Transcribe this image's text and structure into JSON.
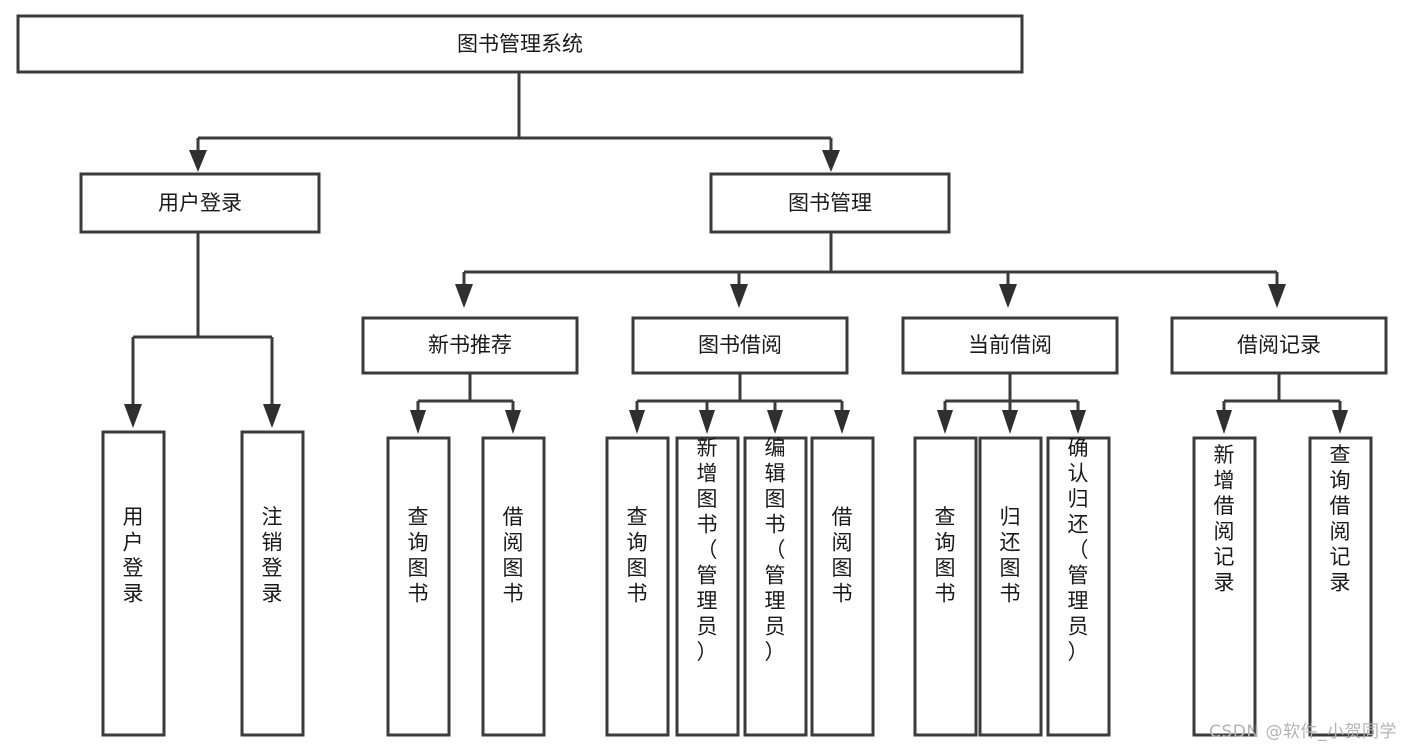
{
  "diagram": {
    "title": "图书管理系统",
    "type": "tree-hierarchy",
    "watermark": "CSDN @软件_小贺同学",
    "colors": {
      "stroke": "#3b3b3b",
      "fill": "#ffffff",
      "text": "#1a1a1a",
      "watermark": "#b4b4b4"
    },
    "nodes": {
      "root": {
        "label": "图书管理系统",
        "orientation": "horizontal"
      },
      "level1": [
        {
          "id": "user-login",
          "label": "用户登录",
          "orientation": "horizontal"
        },
        {
          "id": "book-manage",
          "label": "图书管理",
          "orientation": "horizontal"
        }
      ],
      "level2": [
        {
          "id": "new-book-recommend",
          "label": "新书推荐",
          "orientation": "horizontal"
        },
        {
          "id": "book-borrow",
          "label": "图书借阅",
          "orientation": "horizontal"
        },
        {
          "id": "current-borrow",
          "label": "当前借阅",
          "orientation": "horizontal"
        },
        {
          "id": "borrow-record",
          "label": "借阅记录",
          "orientation": "horizontal"
        }
      ],
      "leaves": [
        {
          "id": "leaf-user-login",
          "label": "用户登录",
          "parent": "user-login",
          "orientation": "vertical"
        },
        {
          "id": "leaf-logout-login",
          "label": "注销登录",
          "parent": "user-login",
          "orientation": "vertical"
        },
        {
          "id": "leaf-query-book-1",
          "label": "查询图书",
          "parent": "new-book-recommend",
          "orientation": "vertical"
        },
        {
          "id": "leaf-borrow-book-1",
          "label": "借阅图书",
          "parent": "new-book-recommend",
          "orientation": "vertical"
        },
        {
          "id": "leaf-query-book-2",
          "label": "查询图书",
          "parent": "book-borrow",
          "orientation": "vertical"
        },
        {
          "id": "leaf-add-book",
          "label": "新增图书（管理员）",
          "parent": "book-borrow",
          "orientation": "vertical"
        },
        {
          "id": "leaf-edit-book",
          "label": "编辑图书（管理员）",
          "parent": "book-borrow",
          "orientation": "vertical"
        },
        {
          "id": "leaf-borrow-book-2",
          "label": "借阅图书",
          "parent": "book-borrow",
          "orientation": "vertical"
        },
        {
          "id": "leaf-query-book-3",
          "label": "查询图书",
          "parent": "current-borrow",
          "orientation": "vertical"
        },
        {
          "id": "leaf-return-book",
          "label": "归还图书",
          "parent": "current-borrow",
          "orientation": "vertical"
        },
        {
          "id": "leaf-confirm-return",
          "label": "确认归还（管理员）",
          "parent": "current-borrow",
          "orientation": "vertical"
        },
        {
          "id": "leaf-add-record",
          "label": "新增借阅记录",
          "parent": "borrow-record",
          "orientation": "vertical"
        },
        {
          "id": "leaf-query-record",
          "label": "查询借阅记录",
          "parent": "borrow-record",
          "orientation": "vertical"
        }
      ]
    }
  }
}
